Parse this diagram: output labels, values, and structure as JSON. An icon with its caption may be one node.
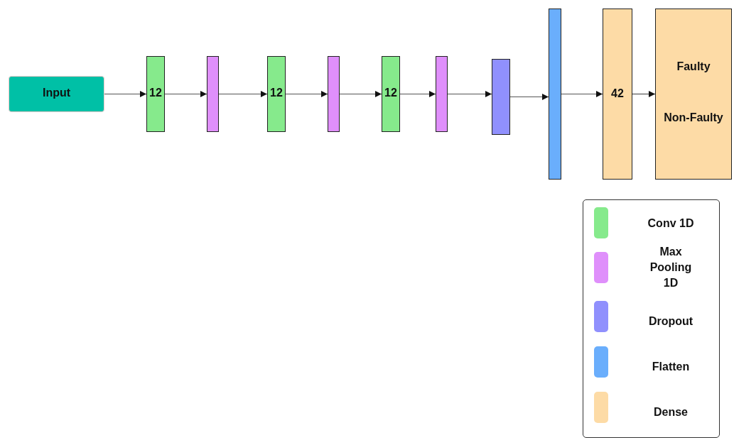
{
  "diagram": {
    "nodes": [
      {
        "text": [
          "Input"
        ]
      },
      {
        "text": [
          "12"
        ]
      },
      {
        "text": [],
        "shape": "bar"
      },
      {
        "text": [
          "12"
        ]
      },
      {
        "text": [],
        "shape": "bar"
      },
      {
        "text": [
          "12"
        ]
      },
      {
        "text": [],
        "shape": "bar"
      },
      {
        "text": [],
        "shape": "bar"
      },
      {
        "text": [],
        "shape": "bar"
      },
      {
        "text": [
          "42"
        ]
      },
      {
        "text": [
          "Faulty",
          "Non-Faulty"
        ]
      }
    ],
    "edges": [
      {
        "from": 0,
        "to": 1,
        "arrow": "to"
      },
      {
        "from": 1,
        "to": 2,
        "arrow": "to"
      },
      {
        "from": 2,
        "to": 3,
        "arrow": "to"
      },
      {
        "from": 3,
        "to": 4,
        "arrow": "to"
      },
      {
        "from": 4,
        "to": 5,
        "arrow": "to"
      },
      {
        "from": 5,
        "to": 6,
        "arrow": "to"
      },
      {
        "from": 6,
        "to": 7,
        "arrow": "to"
      },
      {
        "from": 7,
        "to": 8,
        "arrow": "to"
      },
      {
        "from": 8,
        "to": 9,
        "arrow": "to"
      },
      {
        "from": 9,
        "to": 10,
        "arrow": "to"
      }
    ],
    "legend": [
      {
        "text": "Conv 1D",
        "color": "#86ea8c"
      },
      {
        "text": "Max Pooling 1D",
        "color": "#df8ffb"
      },
      {
        "text": "Dropout",
        "color": "#9090fd"
      },
      {
        "text": "Flatten",
        "color": "#6aaefc"
      },
      {
        "text": "Dense",
        "color": "#fddba6"
      }
    ]
  }
}
